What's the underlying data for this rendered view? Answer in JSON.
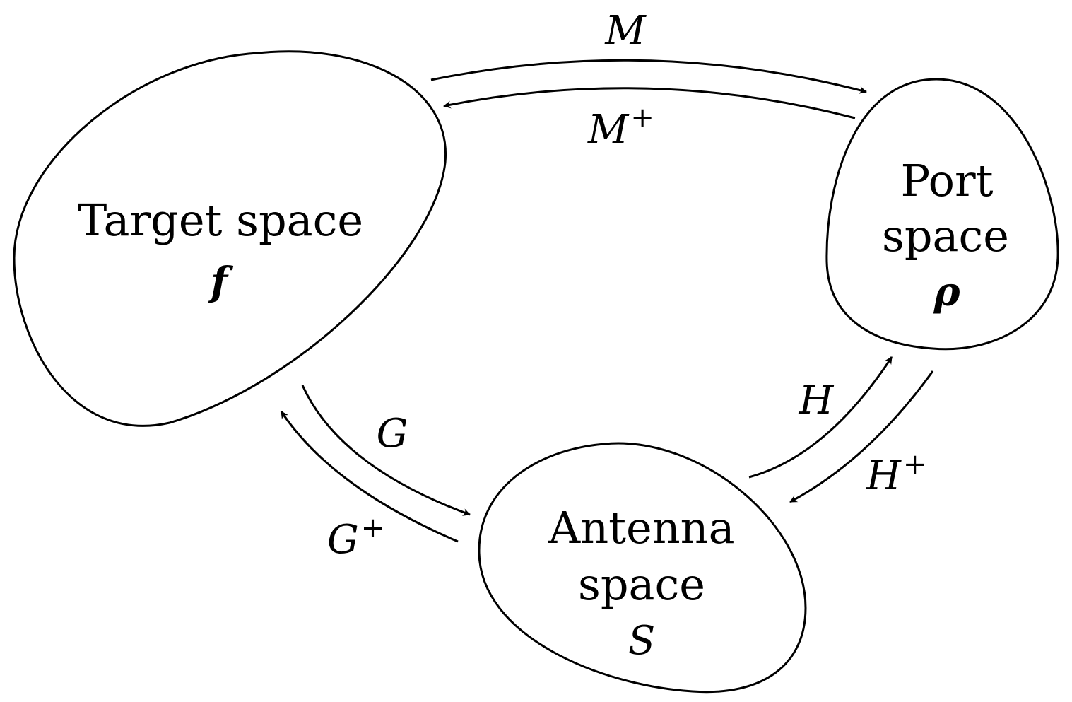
{
  "colors": {
    "stroke": "#000000",
    "text": "#000000",
    "background": "#ffffff"
  },
  "nodes": {
    "target": {
      "line1": "Target space",
      "symbol": "f"
    },
    "port": {
      "line1": "Port",
      "line2": "space",
      "symbol": "ρ"
    },
    "antenna": {
      "line1": "Antenna",
      "line2": "space",
      "symbol": "S"
    }
  },
  "edges": {
    "M": {
      "base": "M",
      "sup": ""
    },
    "M_plus": {
      "base": "M",
      "sup": "+"
    },
    "G": {
      "base": "G",
      "sup": ""
    },
    "G_plus": {
      "base": "G",
      "sup": "+"
    },
    "H": {
      "base": "H",
      "sup": ""
    },
    "H_plus": {
      "base": "H",
      "sup": "+"
    }
  }
}
